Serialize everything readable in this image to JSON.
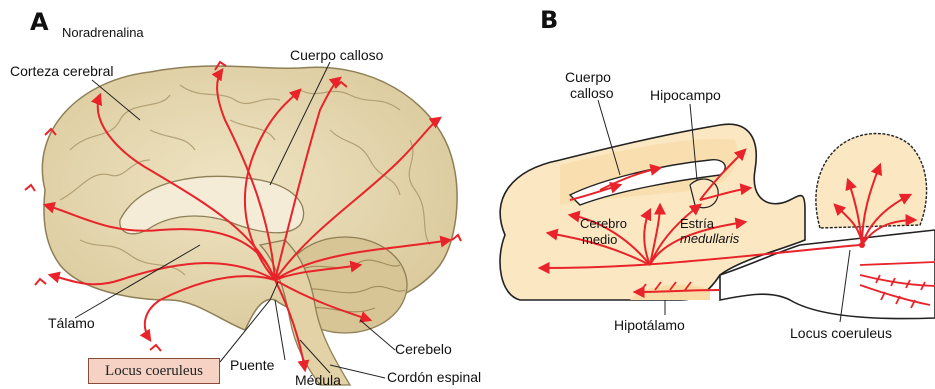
{
  "panel_a": {
    "letter": "A",
    "subtitle": "Noradrenalina",
    "labels": {
      "corteza": "Corteza cerebral",
      "cuerpo_calloso": "Cuerpo calloso",
      "talamo": "Tálamo",
      "locus": "Locus coeruleus",
      "puente": "Puente",
      "medula": "Médula",
      "cordon": "Cordón espinal",
      "cerebelo": "Cerebelo"
    }
  },
  "panel_b": {
    "letter": "B",
    "labels": {
      "cuerpo_line1": "Cuerpo",
      "cuerpo_line2": "calloso",
      "hipocampo": "Hipocampo",
      "cerebro_line1": "Cerebro",
      "cerebro_line2": "medio",
      "estria_line1": "Estría",
      "estria_line2": "medullaris",
      "hipotalamo": "Hipotálamo",
      "locus": "Locus coeruleus"
    }
  },
  "colors": {
    "pathway": "#e8232a",
    "tissue": "#e9dcb6",
    "tissue_dark": "#c9b98c",
    "schematic_fill": "#fbe7c2"
  }
}
